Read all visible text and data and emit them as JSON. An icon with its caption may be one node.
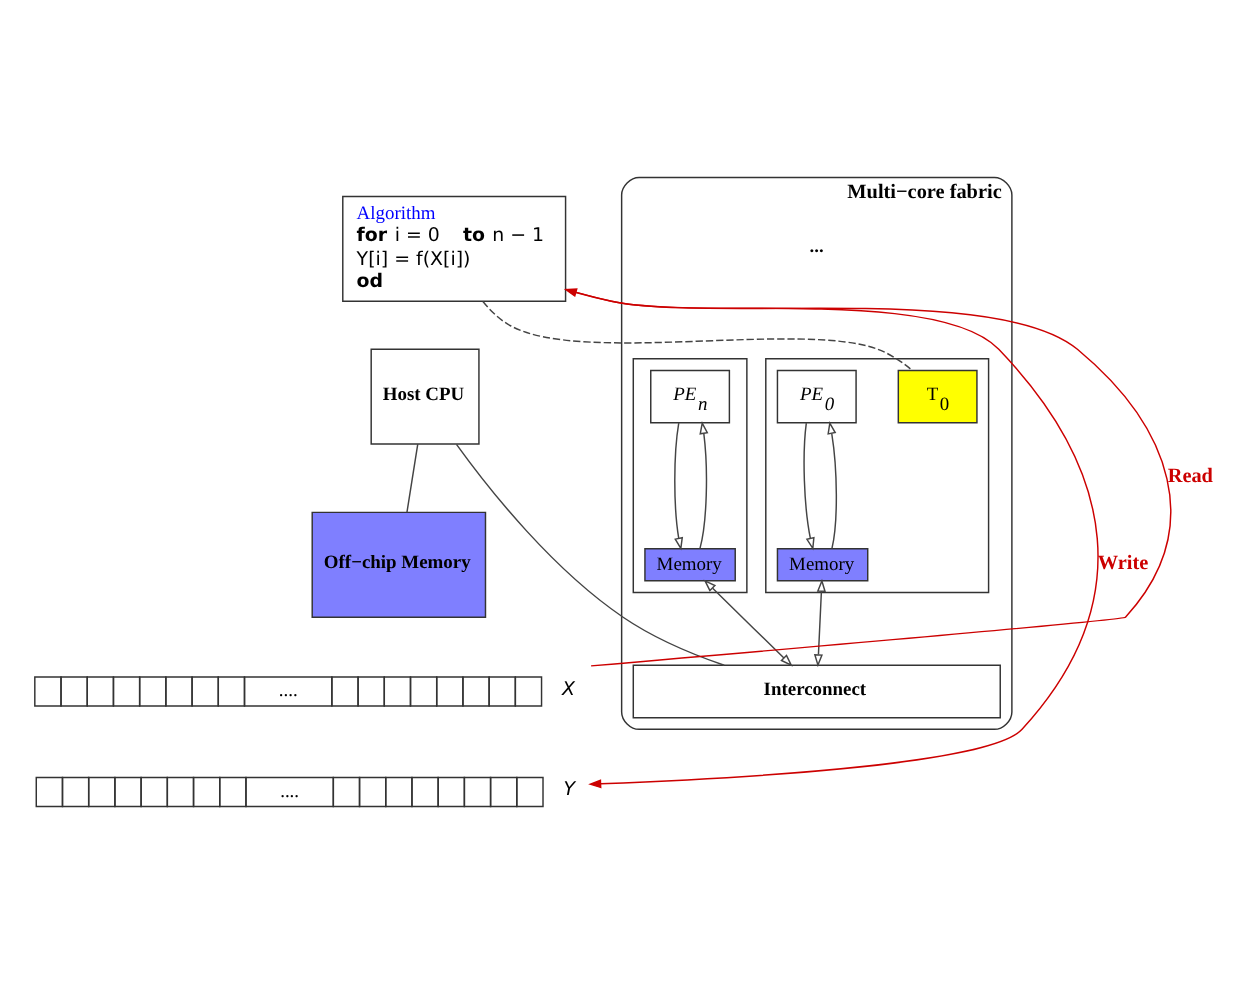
{
  "diagram": {
    "nodes": [
      {
        "text": [
          "Algorithm",
          "**for**  i = 0  **to**  n − 1",
          "Y[i] = f(X[i])",
          "**od**"
        ]
      },
      {
        "text": [
          "Multi−core fabric"
        ]
      },
      {
        "text": [],
        "shape": "box",
        "in": 1
      },
      {
        "text": [
          "T$_{0}$"
        ],
        "in": 2
      },
      {
        "text": [
          "PE$_{0}$"
        ],
        "in": 2
      },
      {
        "text": [
          "Memory"
        ],
        "in": 2
      },
      {
        "text": [],
        "shape": "box",
        "in": 1
      },
      {
        "text": [
          "PE$_{n}$"
        ],
        "in": 6
      },
      {
        "text": [
          "Memory"
        ],
        "in": 6
      },
      {
        "text": [
          "Interconnect"
        ],
        "in": 1
      },
      {
        "text": [
          "Host CPU"
        ]
      },
      {
        "text": [
          "Off−chip Memory"
        ]
      },
      {
        "text": [
          "...."
        ],
        "beside": [
          "X"
        ]
      },
      {
        "text": [
          "...."
        ],
        "beside": [
          "Y"
        ]
      }
    ],
    "edges": [
      {
        "from": 0,
        "to": 3,
        "arrow": "none",
        "style": "dashed"
      },
      {
        "from": 4,
        "to": 5,
        "arrow": "to"
      },
      {
        "from": 5,
        "to": 4,
        "arrow": "to"
      },
      {
        "from": 5,
        "to": 9,
        "arrow": "both"
      },
      {
        "from": 7,
        "to": 8,
        "arrow": "to"
      },
      {
        "from": 8,
        "to": 7,
        "arrow": "to"
      },
      {
        "from": 8,
        "to": 9,
        "arrow": "both"
      },
      {
        "from": 10,
        "to": 9,
        "arrow": "none"
      },
      {
        "from": 10,
        "to": 11,
        "arrow": "none"
      },
      {
        "from": 12,
        "to": 0,
        "arrow": "to",
        "label": "Read",
        "color": "#cc0000"
      },
      {
        "from": 0,
        "to": 13,
        "arrow": "to",
        "label": "Write",
        "color": "#cc0000"
      }
    ],
    "labels": [
      "..."
    ]
  }
}
